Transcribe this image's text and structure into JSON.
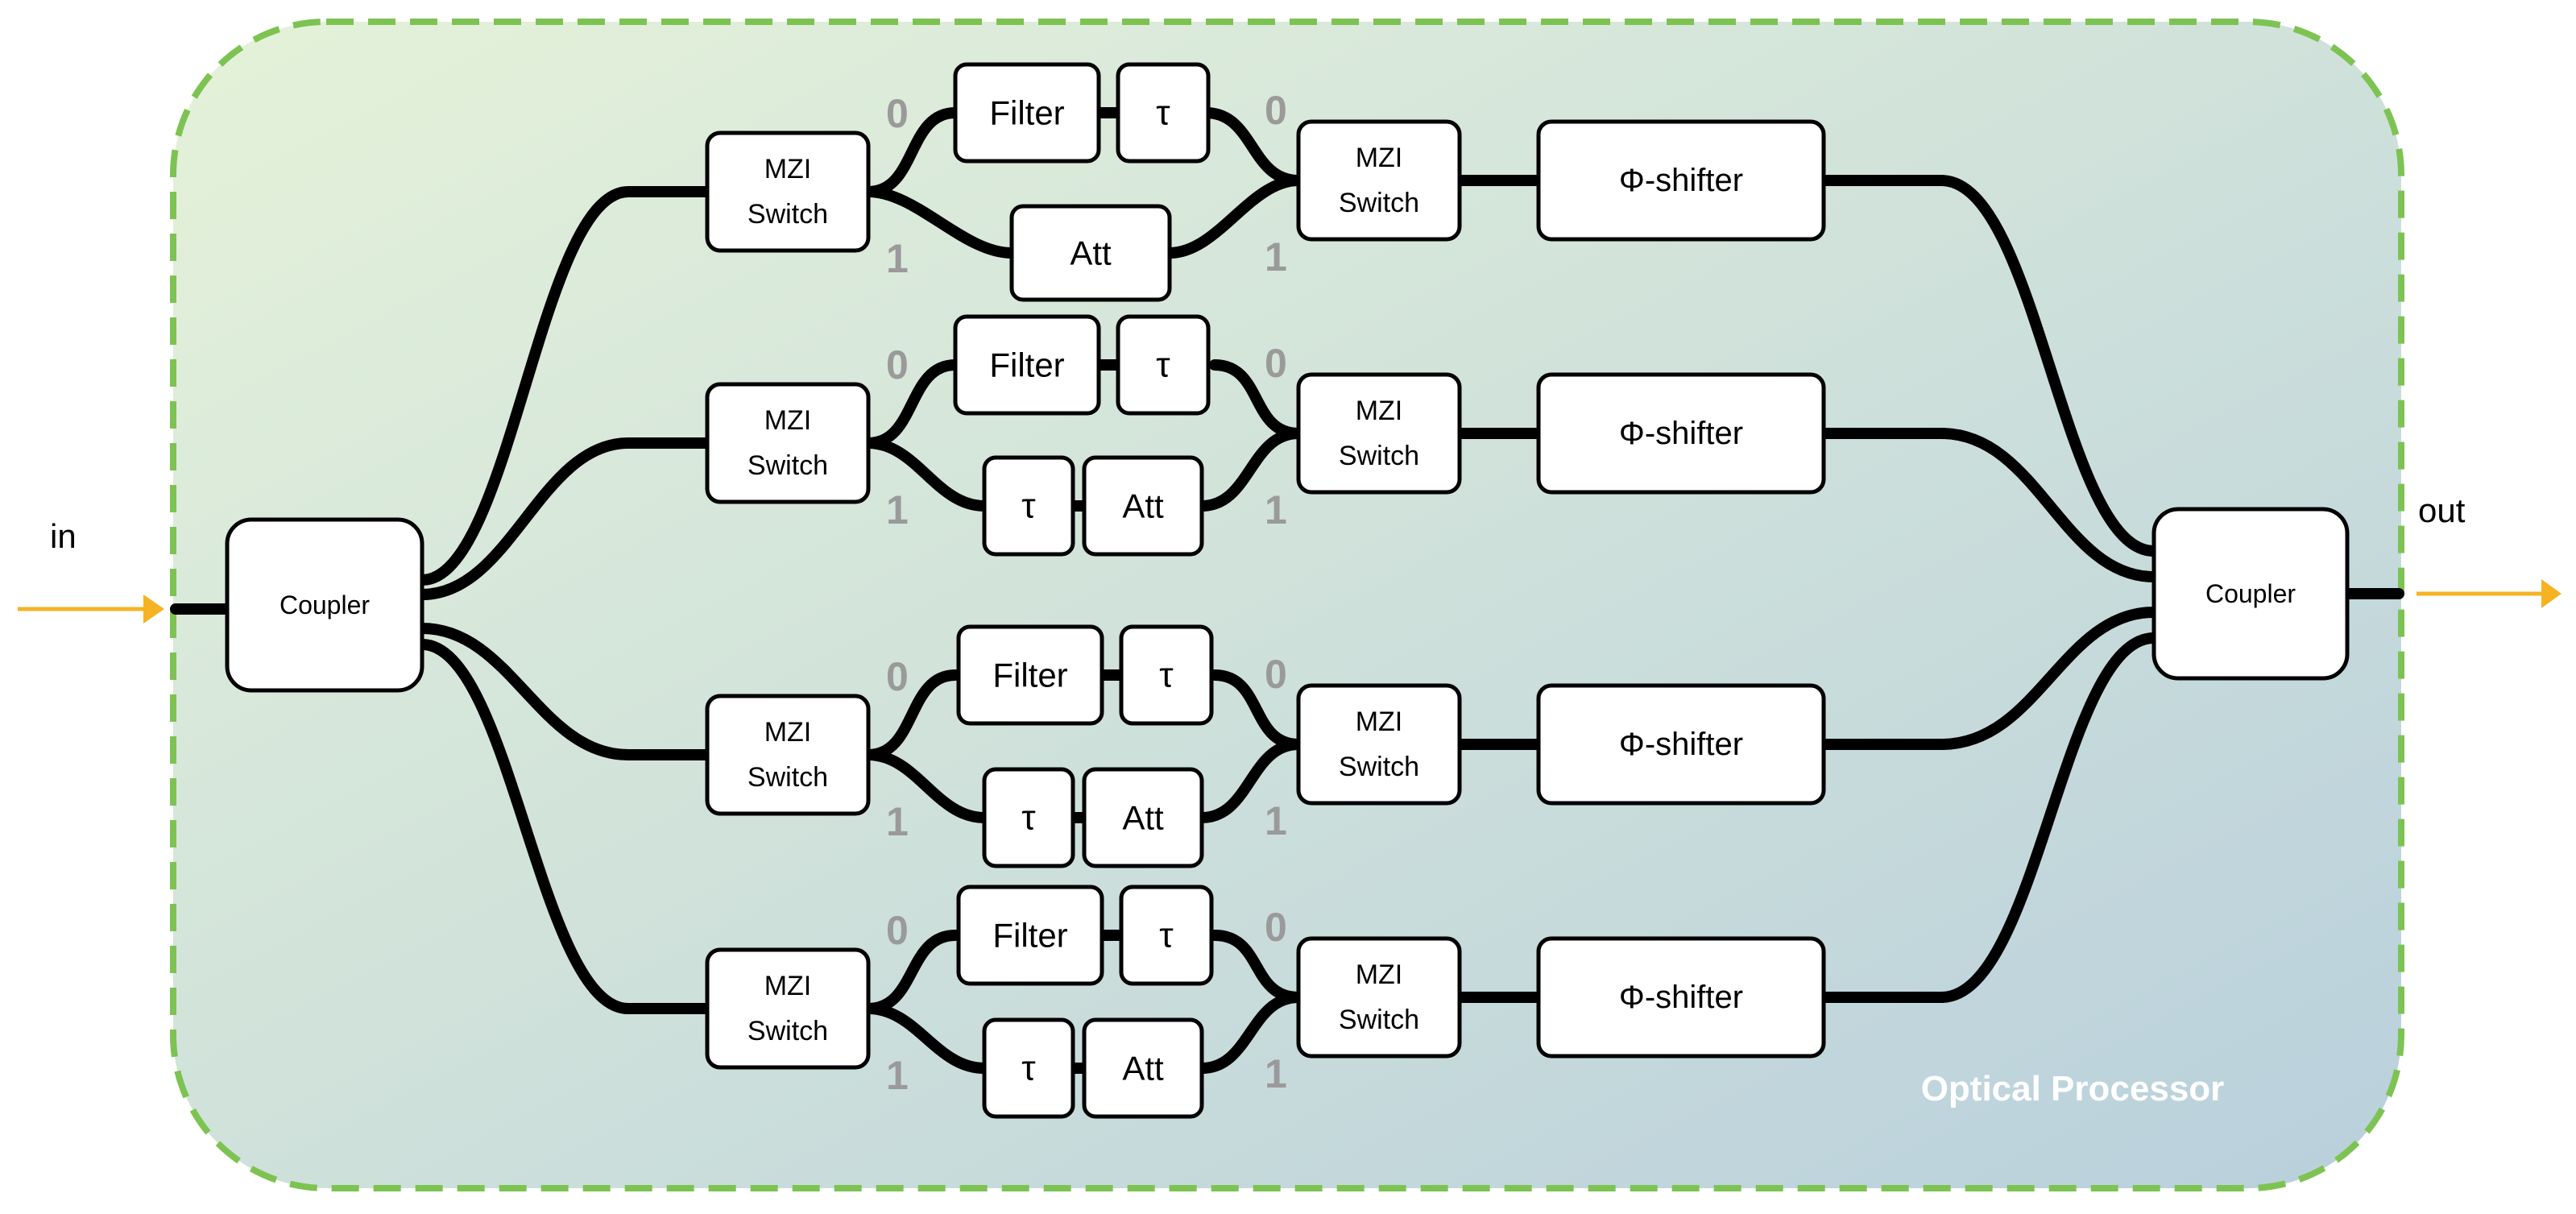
{
  "labels": {
    "input": "in",
    "output": "out",
    "processor": "Optical Processor",
    "coupler": "Coupler",
    "mzi_line1": "MZI",
    "mzi_line2": "Switch",
    "filter": "Filter",
    "tau": "τ",
    "att": "Att",
    "phase_shifter": "Φ-shifter",
    "port_0": "0",
    "port_1": "1"
  },
  "colors": {
    "arrow": "#f5b324",
    "border": "#7dc352",
    "port_label": "#9a9a9a",
    "processor_label": "#ffffff",
    "gradient_start": "#e5f2d9",
    "gradient_end": "#b9d0dc"
  },
  "branches": [
    {
      "upper_arm": [
        "Filter",
        "τ"
      ],
      "lower_arm": [
        "Att"
      ]
    },
    {
      "upper_arm": [
        "Filter",
        "τ"
      ],
      "lower_arm": [
        "τ",
        "Att"
      ]
    },
    {
      "upper_arm": [
        "Filter",
        "τ"
      ],
      "lower_arm": [
        "τ",
        "Att"
      ]
    },
    {
      "upper_arm": [
        "Filter",
        "τ"
      ],
      "lower_arm": [
        "τ",
        "Att"
      ]
    }
  ]
}
